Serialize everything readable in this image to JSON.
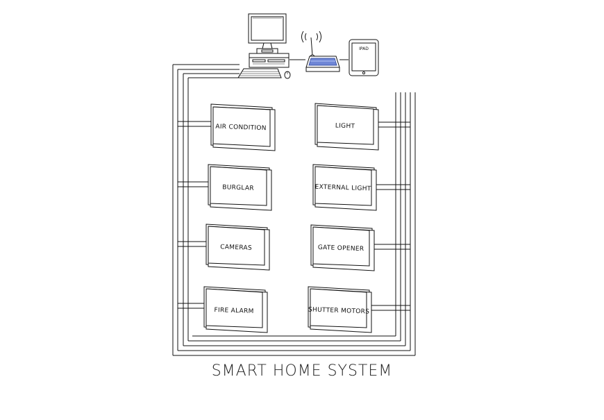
{
  "title": "SMART HOME SYSTEM",
  "ipad_label": "IPAD",
  "panels": {
    "air_condition": "AIR CONDITION",
    "light": "LIGHT",
    "burglar": "BURGLAR",
    "external_light": "EXTERNAL LIGHT",
    "cameras": "CAMERAS",
    "gate_opener": "GATE OPENER",
    "fire_alarm": "FIRE ALARM",
    "shutter_motors": "SHUTTER MOTORS"
  },
  "icons": {
    "computer": "desktop-computer-icon",
    "router": "wifi-router-icon",
    "tablet": "tablet-icon"
  },
  "colors": {
    "line": "#111111",
    "router_accent": "#6f86d6"
  }
}
